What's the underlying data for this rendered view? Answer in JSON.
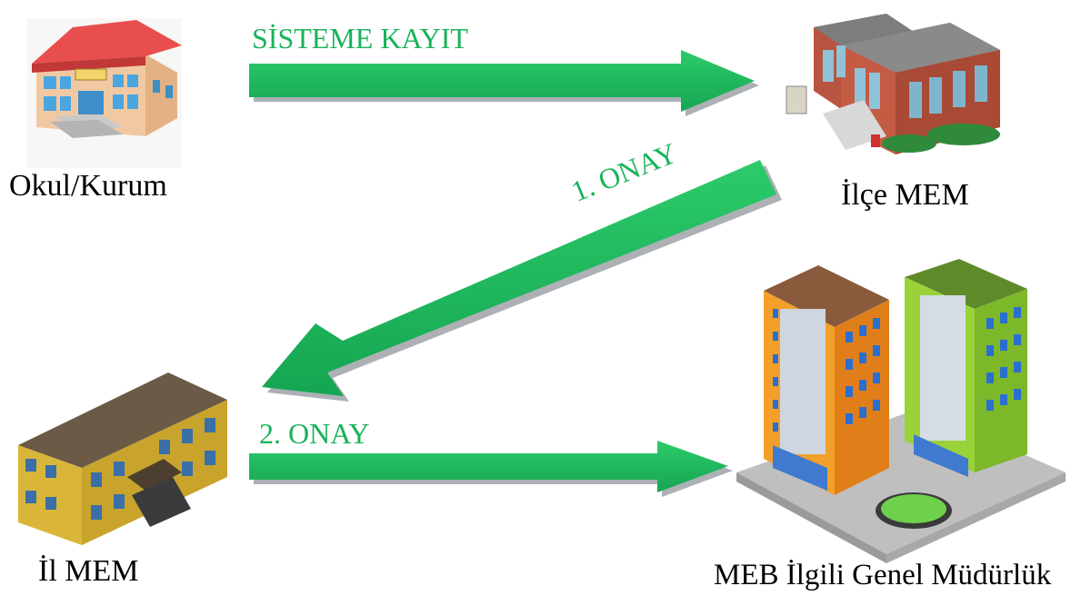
{
  "nodes": {
    "okul": {
      "label": "Okul/Kurum",
      "icon": "school-building-icon"
    },
    "ilce": {
      "label": "İlçe MEM",
      "icon": "district-office-building-icon"
    },
    "il": {
      "label": "İl MEM",
      "icon": "province-office-building-icon"
    },
    "meb": {
      "label": "MEB İlgili Genel Müdürlük",
      "icon": "ministry-towers-icon"
    }
  },
  "flows": {
    "step1": {
      "label": "SİSTEME KAYIT",
      "from": "Okul/Kurum",
      "to": "İlçe MEM"
    },
    "step2": {
      "label": "1. ONAY",
      "from": "İlçe MEM",
      "to": "İl MEM"
    },
    "step3": {
      "label": "2. ONAY",
      "from": "İl MEM",
      "to": "MEB İlgili Genel Müdürlük"
    }
  },
  "colors": {
    "arrow_fill": "#1fbf5e",
    "arrow_shadow": "#8a8f96",
    "flow_text": "#19b35a",
    "node_text": "#000000"
  }
}
